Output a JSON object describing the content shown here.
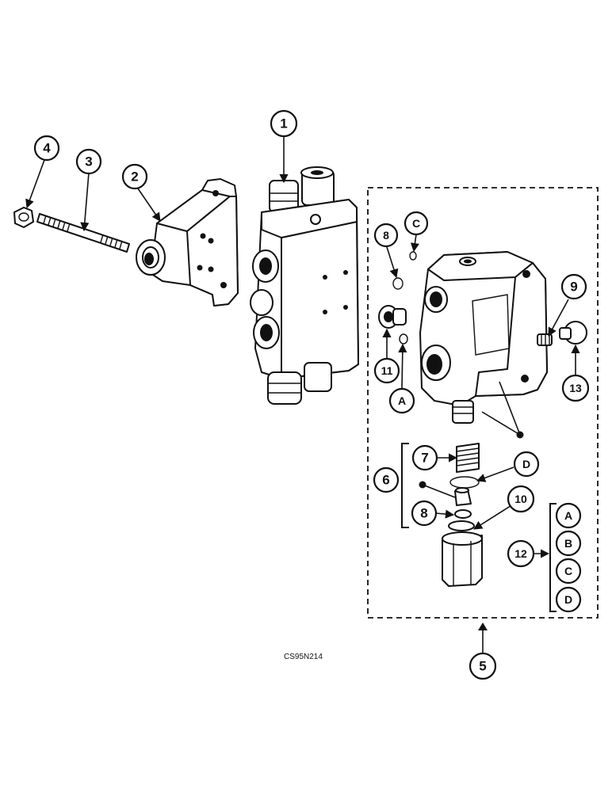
{
  "diagram": {
    "drawing_code": "CS95N214",
    "callouts": {
      "c1": "1",
      "c2": "2",
      "c3": "3",
      "c4": "4",
      "c5": "5",
      "c6": "6",
      "c7": "7",
      "c8": "8",
      "c8b": "8",
      "c9": "9",
      "c10": "10",
      "c11": "11",
      "c12": "12",
      "c13": "13",
      "cC": "C",
      "cA": "A",
      "cD": "D",
      "r12A": "A",
      "r12B": "B",
      "r12C": "C",
      "r12D": "D"
    }
  }
}
